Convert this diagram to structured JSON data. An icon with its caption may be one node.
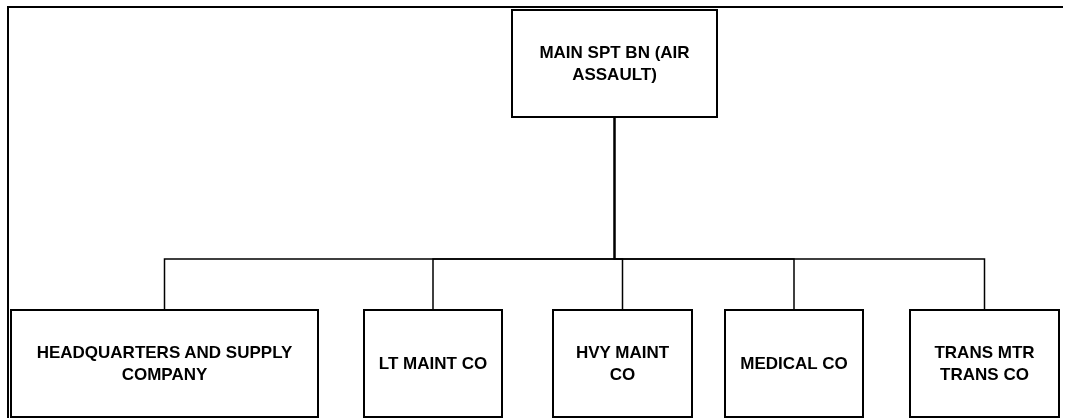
{
  "diagram": {
    "nodes": [
      {
        "text": [
          "MAIN SPT BN (AIR ASSAULT)"
        ]
      },
      {
        "text": [
          "HEADQUARTERS AND SUPPLY COMPANY"
        ]
      },
      {
        "text": [
          "LT MAINT CO"
        ]
      },
      {
        "text": [
          "HVY MAINT CO"
        ]
      },
      {
        "text": [
          "MEDICAL CO"
        ]
      },
      {
        "text": [
          "TRANS MTR TRANS CO"
        ]
      }
    ],
    "edges": [
      {
        "from": 0,
        "to": 1,
        "arrow": "none"
      },
      {
        "from": 0,
        "to": 2,
        "arrow": "none"
      },
      {
        "from": 0,
        "to": 3,
        "arrow": "none"
      },
      {
        "from": 0,
        "to": 4,
        "arrow": "none"
      },
      {
        "from": 0,
        "to": 5,
        "arrow": "none"
      }
    ]
  }
}
